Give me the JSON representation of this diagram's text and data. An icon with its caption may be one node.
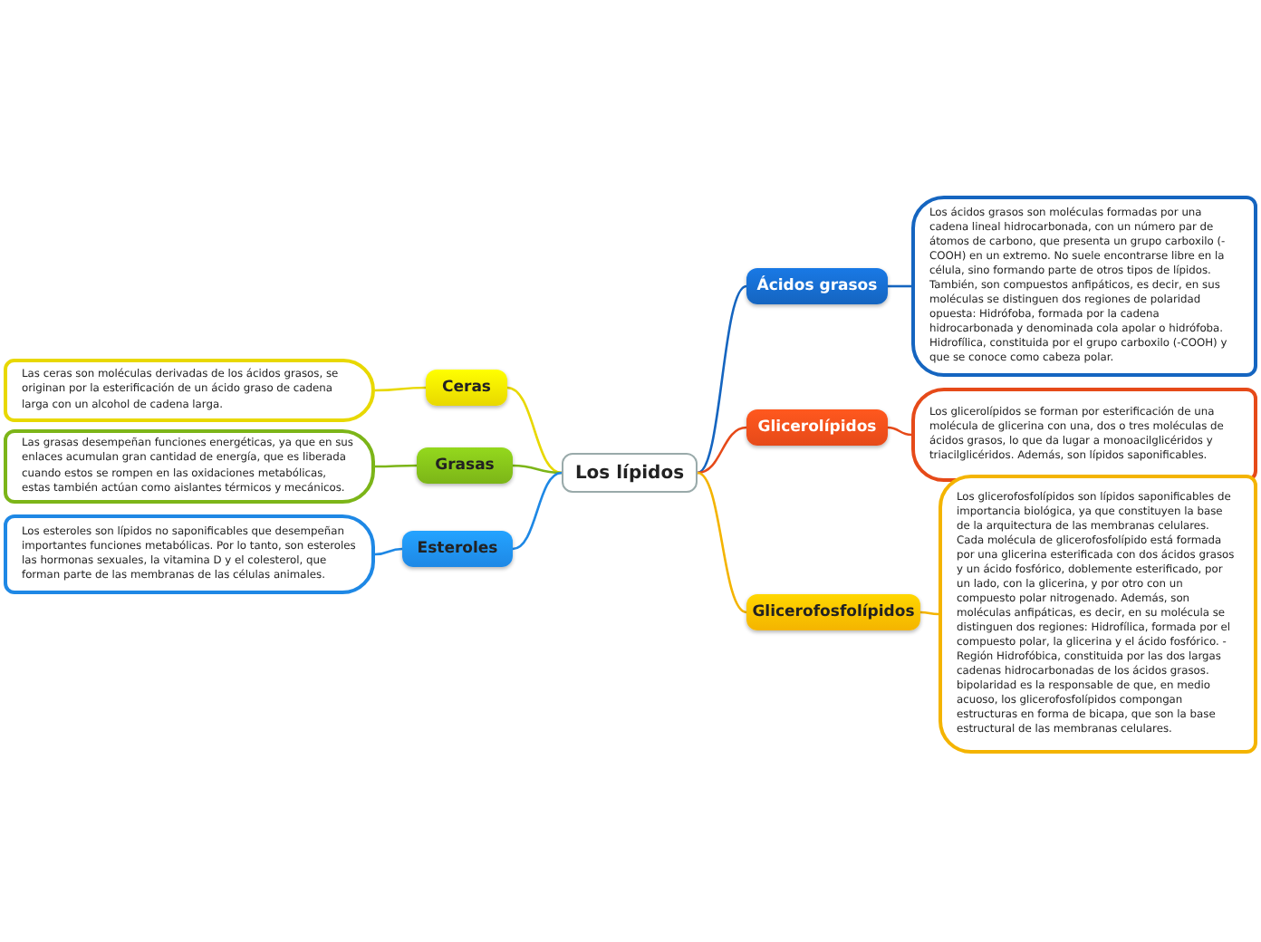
{
  "diagram": {
    "nodes": [
      {
        "text": [
          "Los lípidos"
        ]
      },
      {
        "text": [
          "Ácidos grasos"
        ]
      },
      {
        "text": [
          "Los ácidos grasos son moléculas formadas por una cadena lineal hidrocarbonada, con un número par de átomos de carbono, que presenta un grupo carboxilo (-COOH) en un extremo. No suele encontrarse libre en la célula, sino formando parte de otros tipos de lípidos. También, son compuestos anfipáticos, es decir, en sus moléculas se distinguen dos regiones de polaridad opuesta: Hidrófoba, formada por la cadena hidrocarbonada y denominada cola apolar o hidrófoba. Hidrofílica, constituida por el grupo carboxilo (-COOH) y que se conoce como cabeza polar."
        ]
      },
      {
        "text": [
          "Glicerolípidos"
        ]
      },
      {
        "text": [
          "Los glicerolípidos se forman por esterificación de una molécula de glicerina con una, dos o tres moléculas de ácidos grasos, lo que da lugar a monoacilglicéridos y triacilglicéridos. Además, son lípidos saponificables."
        ]
      },
      {
        "text": [
          "Glicerofosfolípidos"
        ]
      },
      {
        "text": [
          "Los glicerofosfolípidos son lípidos saponificables de importancia biológica, ya que constituyen la base de la arquitectura de las membranas celulares. Cada molécula de glicerofosfolípido está formada por una glicerina esterificada con dos ácidos grasos y un ácido fosfórico, doblemente esterificado, por un lado, con la glicerina, y por otro con un compuesto polar nitrogenado. Además, son moléculas anfipáticas, es decir, en su molécula se distinguen dos regiones: Hidrofílica, formada por el compuesto polar, la glicerina y el ácido fosfórico. -Región Hidrofóbica, constituida por las dos largas cadenas hidrocarbonadas de los ácidos grasos. bipolaridad es la responsable de que, en medio acuoso, los glicerofosfolípidos compongan estructuras en forma de bicapa, que son la base estructural de las membranas celulares."
        ]
      },
      {
        "text": [
          "Ceras"
        ]
      },
      {
        "text": [
          "Las ceras son moléculas derivadas de los ácidos grasos, se originan por la esterificación de un ácido graso de cadena larga con un alcohol de cadena larga."
        ]
      },
      {
        "text": [
          "Grasas"
        ]
      },
      {
        "text": [
          "Las grasas desempeñan funciones energéticas, ya que en sus enlaces acumulan gran cantidad de energía, que es liberada cuando estos se rompen en las oxidaciones metabólicas, estas también actúan como aislantes térmicos y mecánicos."
        ]
      },
      {
        "text": [
          "Esteroles"
        ]
      },
      {
        "text": [
          "Los esteroles son lípidos no saponificables que desempeñan importantes funciones metabólicas. Por lo tanto, son esteroles las hormonas sexuales, la vitamina D y el colesterol, que forman parte de las membranas de las células animales."
        ]
      }
    ],
    "edges": [
      {
        "from": 0,
        "to": 1,
        "arrow": "none",
        "color": "#1565c0"
      },
      {
        "from": 1,
        "to": 2,
        "arrow": "none",
        "color": "#1565c0"
      },
      {
        "from": 0,
        "to": 3,
        "arrow": "none",
        "color": "#e64a19"
      },
      {
        "from": 3,
        "to": 4,
        "arrow": "none",
        "color": "#e64a19"
      },
      {
        "from": 0,
        "to": 5,
        "arrow": "none",
        "color": "#f4b400"
      },
      {
        "from": 5,
        "to": 6,
        "arrow": "none",
        "color": "#f4b400"
      },
      {
        "from": 0,
        "to": 7,
        "arrow": "none",
        "color": "#e8d800"
      },
      {
        "from": 7,
        "to": 8,
        "arrow": "none",
        "color": "#e8d800"
      },
      {
        "from": 0,
        "to": 9,
        "arrow": "none",
        "color": "#7cb518"
      },
      {
        "from": 9,
        "to": 10,
        "arrow": "none",
        "color": "#7cb518"
      },
      {
        "from": 0,
        "to": 11,
        "arrow": "none",
        "color": "#1e88e5"
      },
      {
        "from": 11,
        "to": 12,
        "arrow": "none",
        "color": "#1e88e5"
      }
    ]
  }
}
